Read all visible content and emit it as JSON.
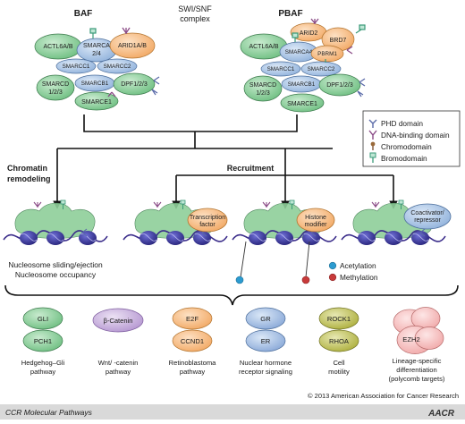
{
  "complex": {
    "line1": "SWI/SNF",
    "line2": "complex"
  },
  "baf": {
    "title": "BAF",
    "subunits": {
      "actl6": "ACTL6A/B",
      "smarca_a": "SMARCA",
      "smarca_b": "2/4",
      "arid": "ARID1A/B",
      "smarcc1": "SMARCC1",
      "smarcc2": "SMARCC2",
      "smarcd_a": "SMARCD",
      "smarcd_b": "1/2/3",
      "smarcb1": "SMARCB1",
      "dpf": "DPF1/2/3",
      "smarce1": "SMARCE1"
    }
  },
  "pbaf": {
    "title": "PBAF",
    "subunits": {
      "arid2": "ARID2",
      "brd7": "BRD7",
      "actl6": "ACTL6A/B",
      "smarca4": "SMARCA4",
      "pbrm1": "PBRM1",
      "smarcc1": "SMARCC1",
      "smarcc2": "SMARCC2",
      "smarcd_a": "SMARCD",
      "smarcd_b": "1/2/3",
      "smarcb1": "SMARCB1",
      "dpf": "DPF1/2/3",
      "smarce1": "SMARCE1"
    }
  },
  "legend": {
    "items": [
      {
        "label": "PHD domain",
        "icon": "phd-icon",
        "color": "#5a6aa8"
      },
      {
        "label": "DNA-binding domain",
        "icon": "dna-binding-icon",
        "color": "#8a4a86"
      },
      {
        "label": "Chromodomain",
        "icon": "chromodomain-icon",
        "color": "#7a4a2a"
      },
      {
        "label": "Bromodomain",
        "icon": "bromodomain-icon",
        "color": "#3a9a78"
      }
    ]
  },
  "labels": {
    "chromatin_line1": "Chromatin",
    "chromatin_line2": "remodeling",
    "recruitment": "Recruitment",
    "transcription_line1": "Transcription",
    "transcription_line2": "factor",
    "histone_line1": "Histone",
    "histone_line2": "modifier",
    "coactivator_line1": "Coactivator/",
    "coactivator_line2": "repressor",
    "nucleosome_line1": "Nucleosome sliding/ejection",
    "nucleosome_line2": "Nucleosome occupancy",
    "acetylation": "Acetylation",
    "methylation": "Methylation"
  },
  "pathways": [
    {
      "top": "GLI",
      "bottom": "PCH1",
      "caption1": "Hedgehog–Gli",
      "caption2": "pathway",
      "color": "#8fcf9a"
    },
    {
      "top": "β-Catenin",
      "bottom": "",
      "caption1": "Wnt/ -catenin",
      "caption2": "pathway",
      "color": "#c9b3dd"
    },
    {
      "top": "E2F",
      "bottom": "CCND1",
      "caption1": "Retinoblastoma",
      "caption2": "pathway",
      "color": "#f4b985"
    },
    {
      "top": "GR",
      "bottom": "ER",
      "caption1": "Nuclear hormone",
      "caption2": "receptor signaling",
      "color": "#9fb8dd"
    },
    {
      "top": "ROCK1",
      "bottom": "RHOA",
      "caption1": "Cell",
      "caption2": "motility",
      "color": "#c6c86a"
    },
    {
      "top": "EZH2",
      "bottom": "",
      "caption1": "Lineage-specific",
      "caption2": "differentiation",
      "caption3": "(polycomb targets)",
      "color": "#f6c4c4"
    }
  ],
  "footer": {
    "copyright": "© 2013 American Association for Cancer Research",
    "journal": "CCR Molecular Pathways",
    "logo": "AACR"
  },
  "colors": {
    "green": "#8fcf9a",
    "blue_subunit": "#a9c4e6",
    "orange": "#f7c08a",
    "dna": "#3a2c8a",
    "nucleosome": "#3c3aa0",
    "acetylation": "#2c9bd0",
    "methylation": "#c83a3a",
    "footer_bar": "#d9d9d9"
  }
}
